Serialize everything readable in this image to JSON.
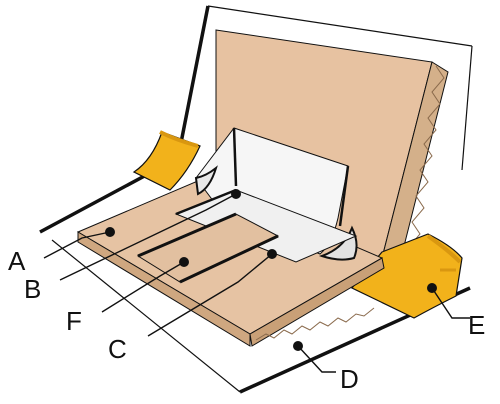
{
  "colors": {
    "cardboard": "#e6c3a3",
    "cardboard_back": "#e7c2a1",
    "cardboard_shadow": "#cfa780",
    "corrugation": "#b89070",
    "tape": "#f2b21b",
    "tape_shadow": "#d99710",
    "film": "#f4f4f4",
    "outline": "#111111"
  },
  "labels": {
    "A": "A",
    "B": "B",
    "C": "C",
    "D": "D",
    "E": "E",
    "F": "F"
  }
}
